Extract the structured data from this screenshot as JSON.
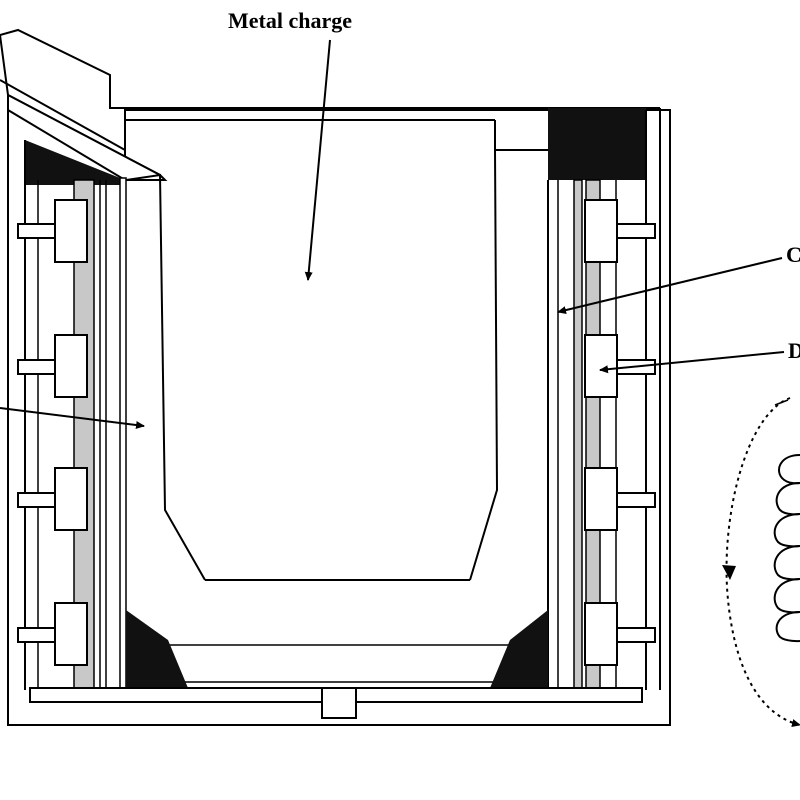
{
  "labels": {
    "metal_charge": "Metal charge",
    "right_label_1": "C",
    "right_label_2": "D"
  },
  "colors": {
    "line": "#000000",
    "fill_dark": "#111111",
    "liner_gray": "#c8c8c8",
    "background": "#ffffff"
  }
}
